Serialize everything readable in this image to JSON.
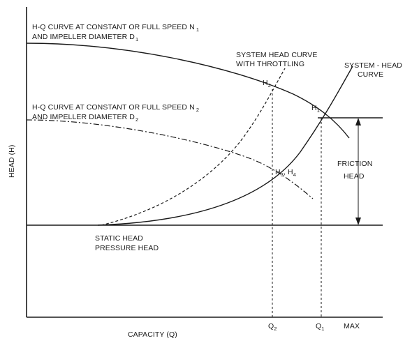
{
  "labels": {
    "y_axis": "HEAD (H)",
    "x_axis": "CAPACITY (Q)",
    "hq_curve_1_line1": "H-Q CURVE AT CONSTANT OR FULL SPEED N",
    "hq_curve_1_sub_n": "1",
    "hq_curve_1_line2": "AND IMPELLER DIAMETER D",
    "hq_curve_1_sub_d": "1",
    "hq_curve_2_line1": "H-Q CURVE AT CONSTANT OR FULL SPEED N",
    "hq_curve_2_sub_n": "2",
    "hq_curve_2_line2": "AND IMPELLER DIAMETER D",
    "hq_curve_2_sub_d": "2",
    "throttle_line1": "SYSTEM HEAD CURVE",
    "throttle_line2": "WITH THROTTLING",
    "system_line1": "SYSTEM - HEAD",
    "system_line2": "CURVE",
    "friction_line1": "FRICTION",
    "friction_line2": "HEAD",
    "static_line1": "STATIC HEAD",
    "static_line2": "PRESSURE HEAD",
    "h1": "H",
    "h1_sub": "1",
    "h2": "H",
    "h2_sub": "2",
    "h3": "H",
    "h3_sub": "3",
    "h3_sep": ", H",
    "h4_sub": "4",
    "q1": "Q",
    "q1_sub": "1",
    "q2": "Q",
    "q2_sub": "2",
    "max": "MAX"
  }
}
